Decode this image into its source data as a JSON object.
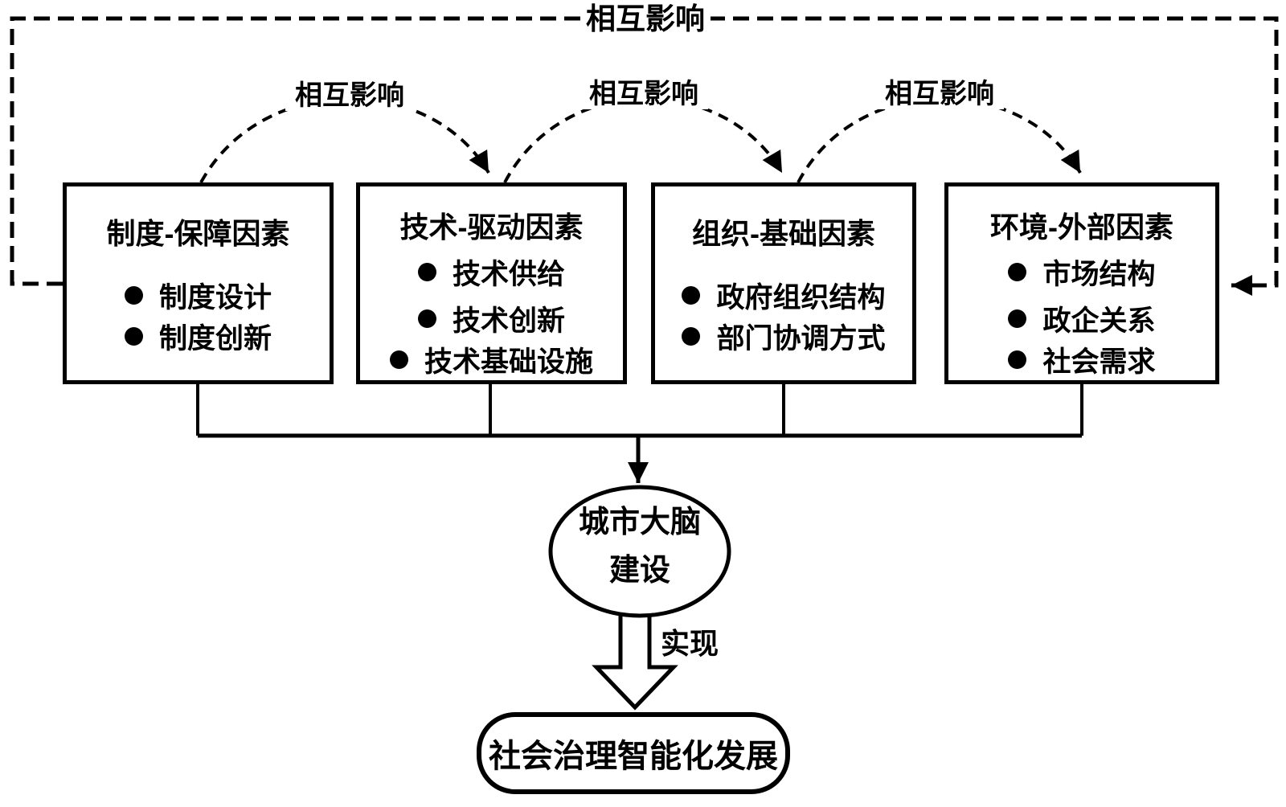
{
  "labels": {
    "outer_mutual": "相互影响",
    "arc_mutual_1": "相互影响",
    "arc_mutual_2": "相互影响",
    "arc_mutual_3": "相互影响",
    "realize": "实现"
  },
  "boxes": [
    {
      "title": "制度-保障因素",
      "bullets": [
        "制度设计",
        "制度创新"
      ]
    },
    {
      "title": "技术-驱动因素",
      "bullets": [
        "技术供给",
        "技术创新",
        "技术基础设施"
      ]
    },
    {
      "title": "组织-基础因素",
      "bullets": [
        "政府组织结构",
        "部门协调方式"
      ]
    },
    {
      "title": "环境-外部因素",
      "bullets": [
        "市场结构",
        "政企关系",
        "社会需求"
      ]
    }
  ],
  "ellipse": {
    "line1": "城市大脑",
    "line2": "建设"
  },
  "outcome": {
    "label": "社会治理智能化发展"
  },
  "colors": {
    "ink": "#000000",
    "bg": "#ffffff"
  }
}
